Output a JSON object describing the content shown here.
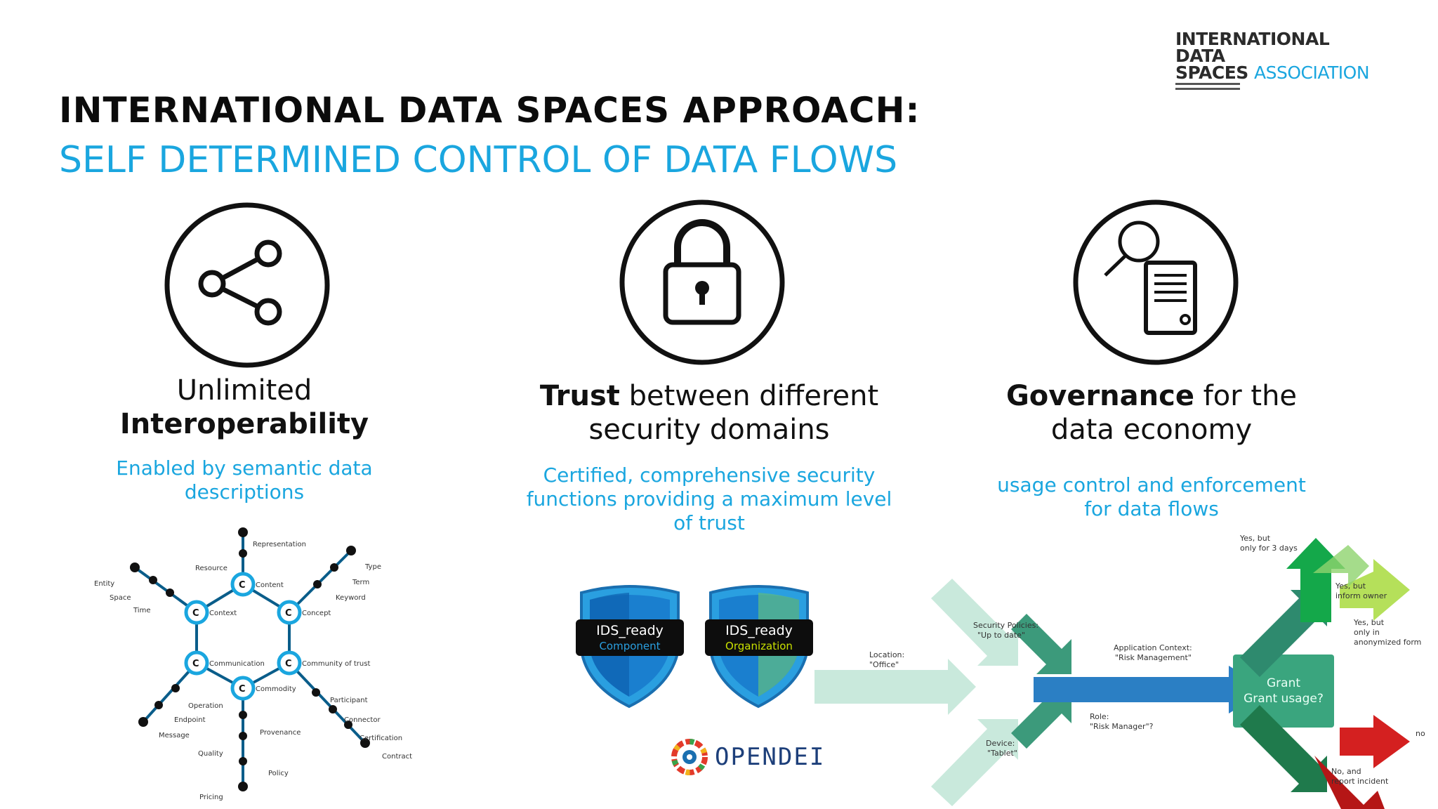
{
  "logo": {
    "line1": "INTERNATIONAL DATA",
    "line2_a": "SPACES",
    "line2_b": "ASSOCIATION"
  },
  "title": {
    "line1": "INTERNATIONAL DATA SPACES APPROACH:",
    "line2": "SELF DETERMINED CONTROL OF DATA FLOWS"
  },
  "columns": [
    {
      "icon": "share-icon",
      "heading_plain": "Unlimited",
      "heading_bold": "Interoperability",
      "sub": "Enabled by semantic data descriptions"
    },
    {
      "icon": "padlock-icon",
      "heading_bold": "Trust",
      "heading_plain": " between different security domains",
      "sub": "Certified, comprehensive security functions providing a maximum level of trust"
    },
    {
      "icon": "search-document-icon",
      "heading_bold": "Governance",
      "heading_plain": " for the data economy",
      "sub": "usage control and enforcement for data flows"
    }
  ],
  "ontology": {
    "nodes": [
      "Content",
      "Context",
      "Concept",
      "Communication",
      "Community of trust",
      "Commodity"
    ],
    "labels": [
      "Representation",
      "Resource",
      "Type",
      "Term",
      "Keyword",
      "Entity",
      "Space",
      "Time",
      "Operation",
      "Endpoint",
      "Message",
      "Participant",
      "Connector",
      "Certification",
      "Contract",
      "Provenance",
      "Quality",
      "Policy",
      "Pricing"
    ]
  },
  "badges": [
    {
      "top": "IDS_ready",
      "bottom": "Component",
      "bottom_color": "#2a9fe0"
    },
    {
      "top": "IDS_ready",
      "bottom": "Organization",
      "bottom_color": "#c8e000"
    }
  ],
  "opendei": "OPENDEI",
  "flow": {
    "inputs": [
      "Location:\n\"Office\"",
      "Security Policies:\n\"Up to date\"",
      "Application Context:\n\"Risk Management\"",
      "Role:\n\"Risk Manager\"",
      "Device:\n\"Tablet\""
    ],
    "center": "Grant usage?",
    "outcomes": [
      "Yes, but only for 3 days",
      "Yes, but inform owner",
      "Yes, but only in anonymized form",
      "no",
      "No, and report incident"
    ]
  },
  "colors": {
    "accent": "#1aa6df",
    "dark_green": "#2e8a6e",
    "mid_green": "#3aa57e",
    "light_green": "#a8dfc8",
    "blue_arrow": "#2b7fc4",
    "red": "#d42020",
    "lime": "#b5e05a"
  }
}
